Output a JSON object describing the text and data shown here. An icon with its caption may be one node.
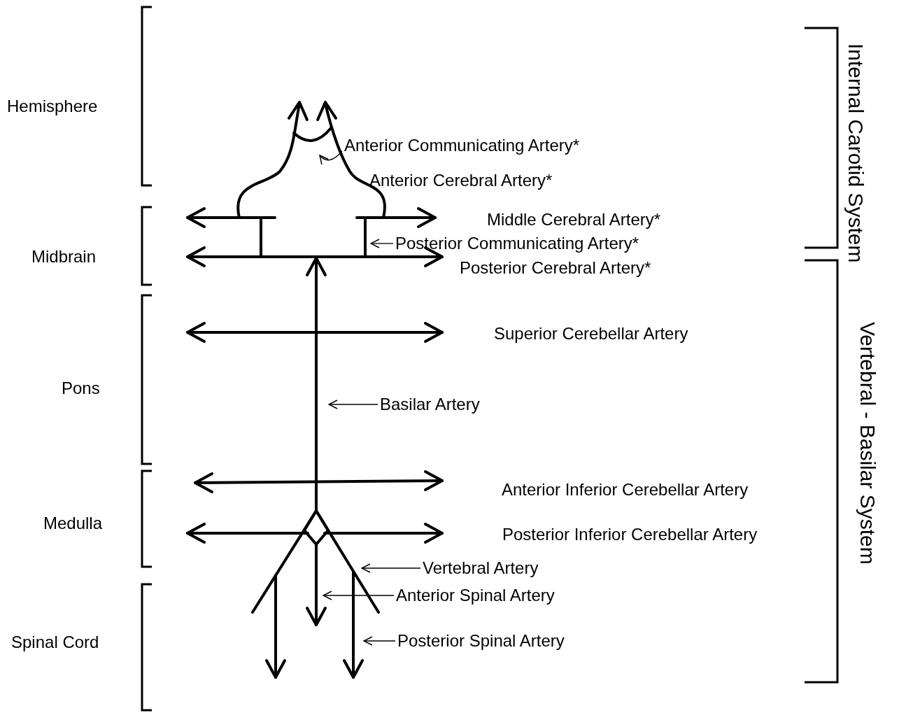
{
  "diagram": {
    "nodes": [
      {
        "text": [
          "Anterior Communicating Artery*"
        ]
      },
      {
        "text": [
          "Posterior Communicating Artery*"
        ]
      },
      {
        "text": [
          "Basilar Artery"
        ]
      },
      {
        "text": [
          "Vertebral Artery"
        ]
      },
      {
        "text": [
          "Anterior Spinal Artery"
        ]
      },
      {
        "text": [
          "Posterior Spinal Artery"
        ]
      }
    ],
    "edges": [
      {
        "from": 0,
        "to": null,
        "arrow": "to"
      },
      {
        "from": 1,
        "to": null,
        "arrow": "to"
      },
      {
        "from": 2,
        "to": null,
        "arrow": "to"
      },
      {
        "from": 3,
        "to": null,
        "arrow": "to"
      },
      {
        "from": 4,
        "to": null,
        "arrow": "to"
      },
      {
        "from": 5,
        "to": null,
        "arrow": "to"
      }
    ],
    "labels": [
      "Hemisphere",
      "Internal Carotid System",
      "Anterior Cerebral Artery*",
      "Middle Cerebral Artery*",
      "Midbrain",
      "Posterior Cerebral Artery*",
      "Superior Cerebellar Artery",
      "Pons",
      "Vertebral - Basilar System",
      "Anterior Inferior Cerebellar Artery",
      "Medulla",
      "Posterior Inferior Cerebellar Artery",
      "Spinal Cord"
    ]
  }
}
